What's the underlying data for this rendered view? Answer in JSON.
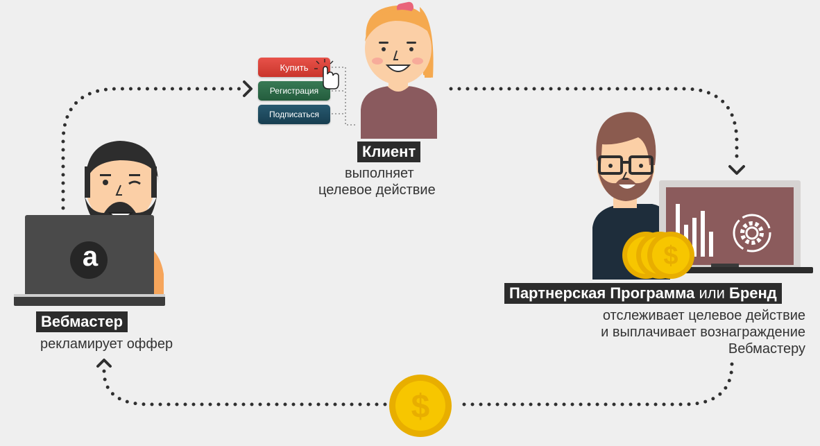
{
  "colors": {
    "background": "#efefef",
    "dots": "#2f2f2f",
    "buy_button": "#e0473b",
    "register_button": "#2f6b4a",
    "subscribe_button": "#1f4a5e",
    "coin": "#f7c600",
    "label_bg": "#2c2c2c"
  },
  "client": {
    "buttons": {
      "buy": "Купить",
      "register": "Регистрация",
      "subscribe": "Подписаться"
    },
    "title": "Клиент",
    "desc_line1": "выполняет",
    "desc_line2": "целевое действие"
  },
  "webmaster": {
    "title": "Вебмастер",
    "desc": "рекламирует оффер",
    "laptop_logo": "a"
  },
  "partner": {
    "title_part1": "Партнерская Программа",
    "title_joiner": " или ",
    "title_part2": "Бренд",
    "desc_line1": "отслеживает целевое действие",
    "desc_line2": "и выплачивает вознаграждение",
    "desc_line3": "Вебмастеру"
  },
  "icons": [
    "dollar-coin-icon",
    "hand-cursor-icon",
    "chevron-right-icon",
    "chevron-down-icon",
    "chevron-up-icon",
    "gear-icon",
    "bar-chart-icon"
  ]
}
